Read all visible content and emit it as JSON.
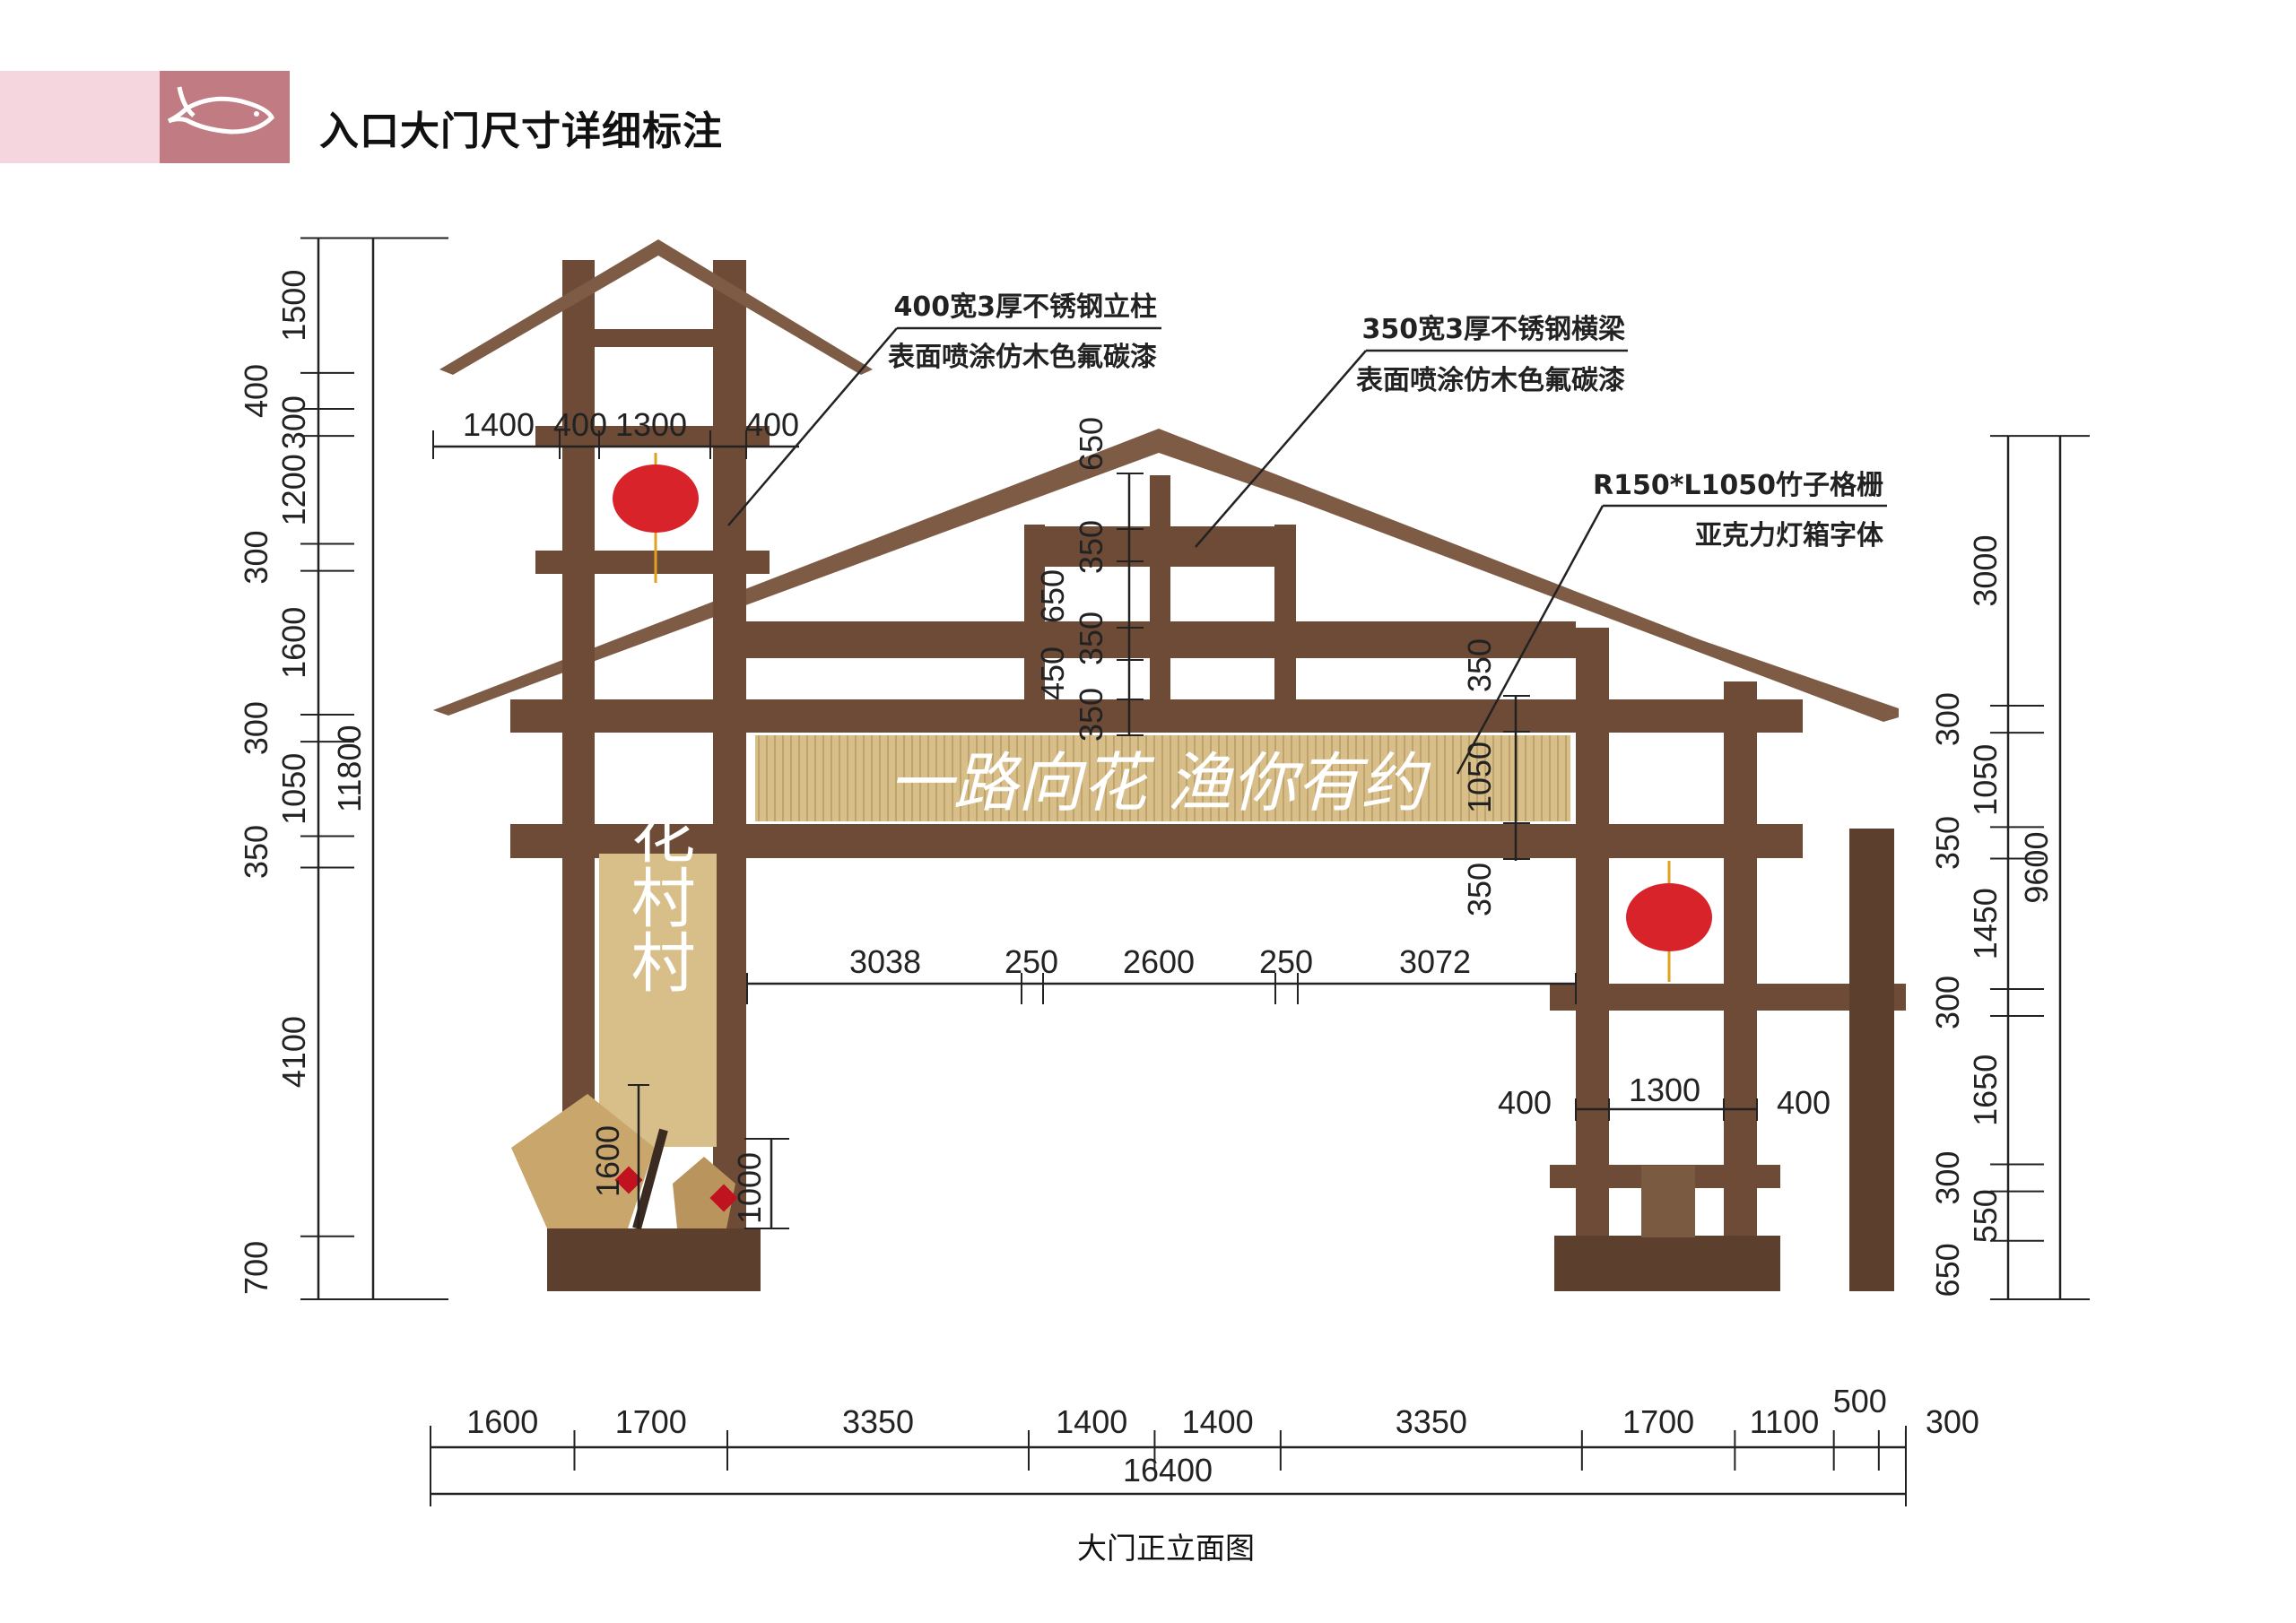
{
  "header": {
    "title": "入口大门尺寸详细标注",
    "logo_icon": "fish-icon",
    "band_color": "#f6d6de",
    "logo_color": "#c17b83"
  },
  "caption": "大门正立面图",
  "sign": {
    "main_text": "一路向花 渔你有约",
    "vertical_text": "花村村"
  },
  "annotations": [
    {
      "line1": "400宽3厚不锈钢立柱",
      "line2": "表面喷涂仿木色氟碳漆"
    },
    {
      "line1": "350宽3厚不锈钢横梁",
      "line2": "表面喷涂仿木色氟碳漆"
    },
    {
      "line1": "R150*L1050竹子格栅",
      "line2": "亚克力灯箱字体"
    }
  ],
  "dimensions": {
    "left": {
      "segments": [
        "1500",
        "400",
        "300",
        "1200",
        "300",
        "1600",
        "300",
        "1050",
        "350",
        "4100",
        "700"
      ],
      "total": "11800"
    },
    "right": {
      "segments": [
        "3000",
        "300",
        "1050",
        "350",
        "1450",
        "300",
        "1650",
        "300",
        "550",
        "650"
      ],
      "total": "9600"
    },
    "bottom": {
      "segments": [
        "1600",
        "1700",
        "3350",
        "1400",
        "1400",
        "3350",
        "1700",
        "1100",
        "500",
        "300"
      ],
      "total": "16400"
    },
    "tower_top": [
      "1400",
      "400",
      "1300",
      "400"
    ],
    "center_left": [
      "650",
      "350",
      "650",
      "350",
      "450",
      "350"
    ],
    "center_right": [
      "350",
      "1050",
      "350"
    ],
    "gate_opening": [
      "3038",
      "250",
      "2600",
      "250",
      "3072"
    ],
    "right_frame": [
      "400",
      "1300",
      "400"
    ],
    "props": [
      "1600",
      "1000"
    ]
  },
  "colors": {
    "wood": "#6e4b37",
    "bamboo": "#d8bf8a",
    "lantern": "#d8232a"
  }
}
